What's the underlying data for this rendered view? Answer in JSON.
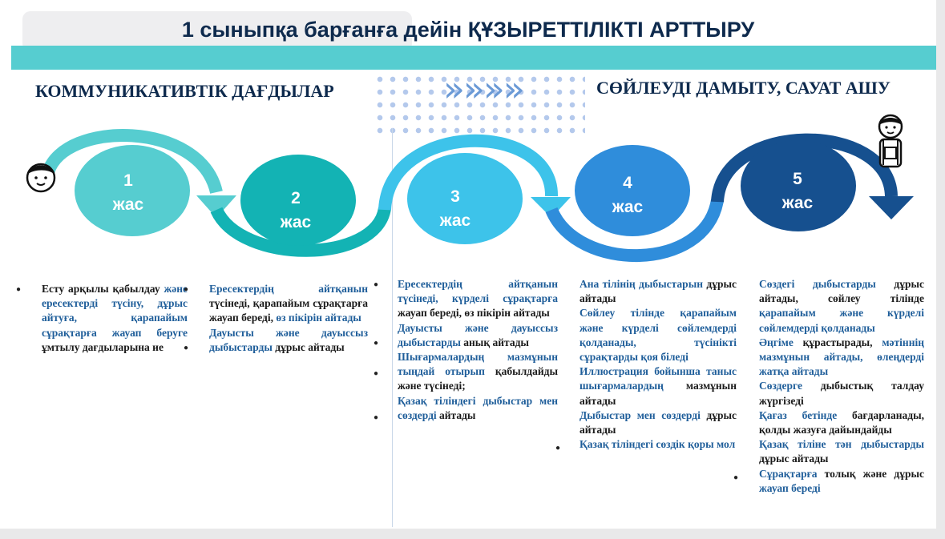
{
  "title": "1 сыныпқа барғанға дейін ҚҰЗЫРЕТТІЛІКТІ  АРТТЫРУ",
  "sections": {
    "left": "КОММУНИКАТИВТІК ДАҒДЫЛАР",
    "right": "СӨЙЛЕУДІ ДАМЫТУ, САУАТ АШУ"
  },
  "chevrons": "»»»»",
  "stages": [
    {
      "num": "1",
      "label": "жас",
      "color": "#56cdd0"
    },
    {
      "num": "2",
      "label": "жас",
      "color": "#13b3b4"
    },
    {
      "num": "3",
      "label": "жас",
      "color": "#3dc3ea"
    },
    {
      "num": "4",
      "label": "жас",
      "color": "#2f8ddb"
    },
    {
      "num": "5",
      "label": "жас",
      "color": "#16508f"
    }
  ],
  "columns": [
    {
      "items": [
        {
          "p1": "Есту арқылы қабылдау ",
          "p2": "және ересектерді түсіну, дұрыс айтуға, қарапайым сұрақтарға жауап беруге ",
          "p3": "ұмтылу дағдыларына ие"
        }
      ]
    },
    {
      "items": [
        {
          "p1": "Ересектердің айтқанын ",
          "p2": "түсінеді, қарапайым сұрақтарға жауап береді, ",
          "p3": "өз пікірін айтады"
        },
        {
          "p1": "Дауысты және дауыссыз ",
          "p2": "дыбыстарды ",
          "p3": "дұрыс айтады"
        }
      ]
    },
    {
      "items": [
        {
          "p1": "Ересектердің айтқанын ",
          "p2": "түсінеді, күрделі сұрақтарға ",
          "p3": "жауап береді, өз пікірін айтады"
        },
        {
          "p1": "Дауысты және дауыссыз ",
          "p2": "дыбыстарды ",
          "p3": "анық айтады"
        },
        {
          "p1": "Шығармалардың мазмұнын ",
          "p2": "тыңдай отырып ",
          "p3": "қабылдайды және түсінеді;"
        },
        {
          "p1": "Қазақ тіліндегі дыбыстар мен ",
          "p2": "сөздерді ",
          "p3": "айтады"
        }
      ]
    },
    {
      "items": [
        {
          "p1": "Ана тілінің дыбыстарын ",
          "p2": "",
          "p3": "дұрыс айтады"
        },
        {
          "p1": "Сөйлеу тілінде қарапайым және күрделі сөйлемдерді қолданады, ",
          "p2": "түсінікті сұрақтарды қоя біледі",
          "p3": ""
        },
        {
          "p1": "Иллюстрация бойынша таныс шығармалардың ",
          "p2": "",
          "p3": "мазмұнын айтады"
        },
        {
          "p1": "Дыбыстар мен ",
          "p2": "сөздерді ",
          "p3": "дұрыс айтады"
        },
        {
          "p1": "Қазақ тіліндегі сөздік қоры мол",
          "p2": "",
          "p3": ""
        }
      ]
    },
    {
      "items": [
        {
          "p1": "Сөздегі дыбыстарды ",
          "p2": "дұрыс айтады, сөйлеу тілінде ",
          "p3": "қарапайым және күрделі сөйлемдерді қолданады"
        },
        {
          "p1": "Әңгіме ",
          "p2": "құрастырады, ",
          "p3": "мәтіннің мазмұнын айтады, өлеңдерді жатқа айтады"
        },
        {
          "p1": "Сөздерге ",
          "p2": "дыбыстық талдау жүргізеді",
          "p3": ""
        },
        {
          "p1": "Қағаз бетінде ",
          "p2": "бағдарланады, қолды жазуға дайындайды",
          "p3": ""
        },
        {
          "p1": "Қазақ тіліне тән дыбыстарды ",
          "p2": "дұрыс айтады",
          "p3": ""
        },
        {
          "p1": "Сұрақтарға ",
          "p2": "толық және дұрыс ",
          "p3": "жауап береді"
        }
      ]
    }
  ]
}
